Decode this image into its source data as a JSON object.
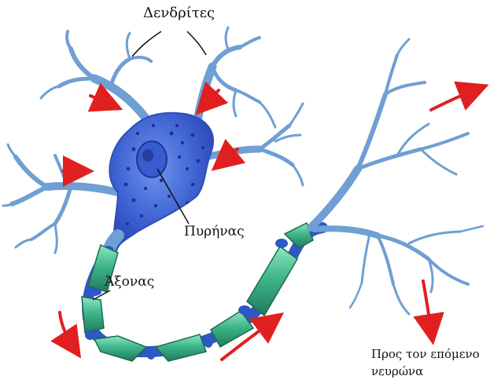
{
  "labels": {
    "dendrites": "Δενδρίτες",
    "nucleus": "Πυρήνας",
    "axon": "Άξονας",
    "next_neuron_line1": "Προς τον επόμενο",
    "next_neuron_line2": "νευρώνα"
  },
  "colors": {
    "cell_body": "#3f6fd8",
    "dendrite": "#6f9fd3",
    "myelin": "#3fb58a",
    "node": "#2d58c6",
    "arrow": "#e02020"
  }
}
